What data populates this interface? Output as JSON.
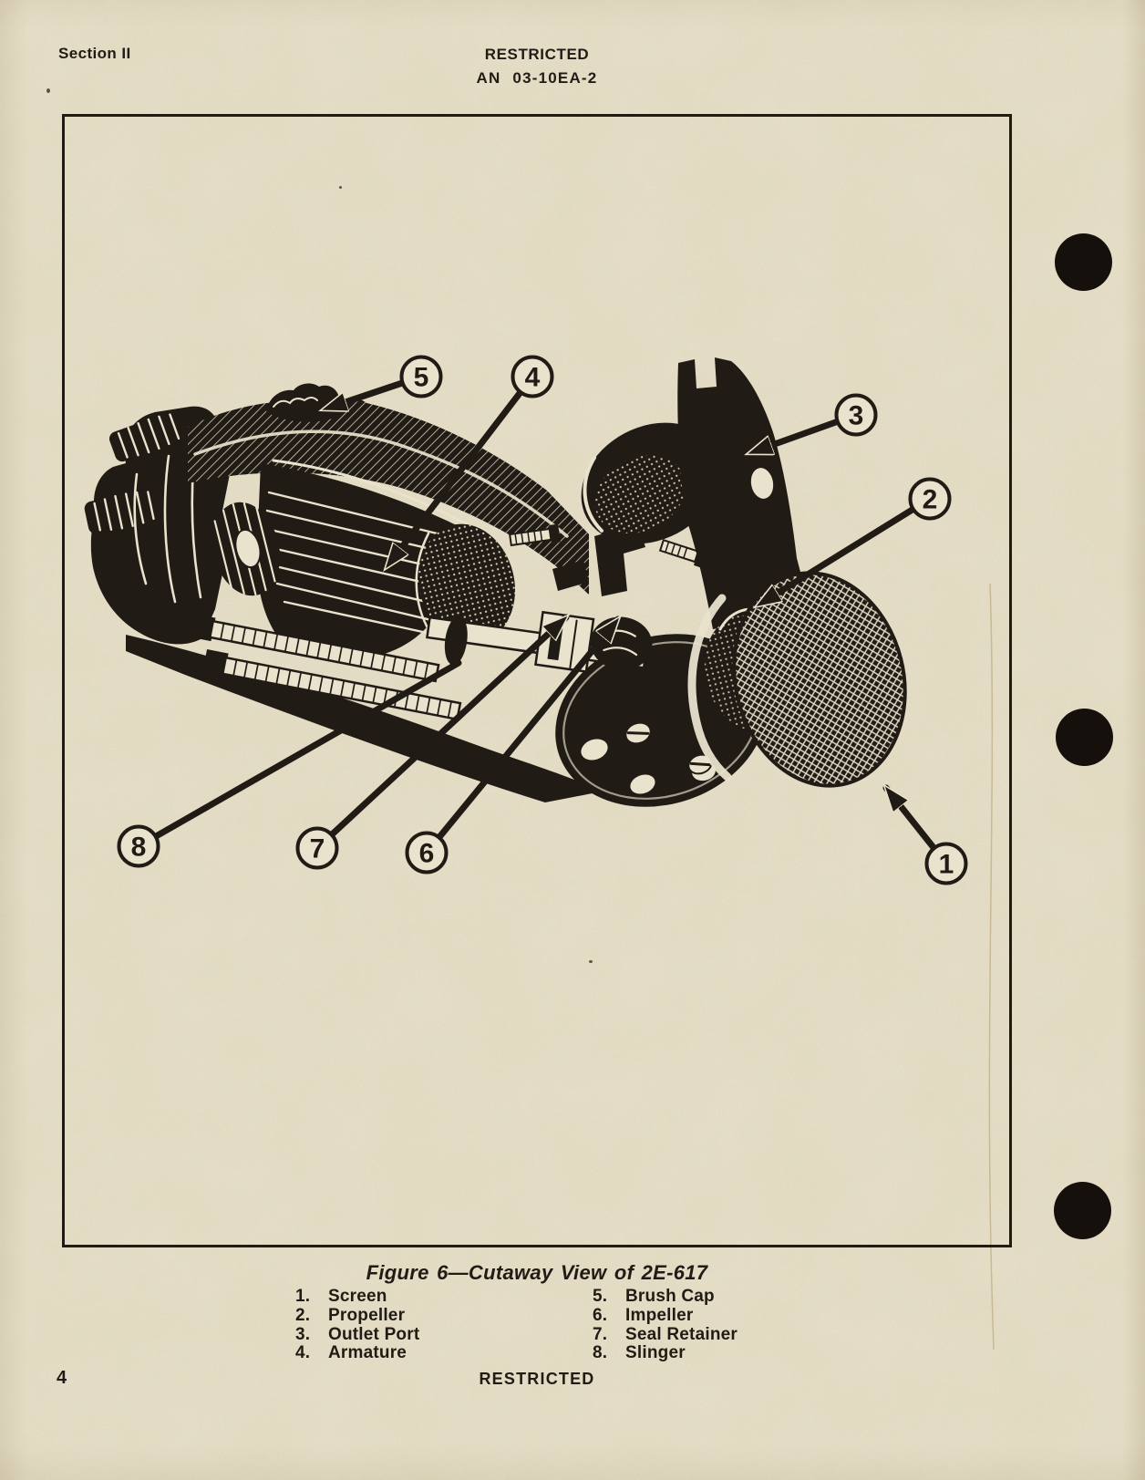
{
  "page": {
    "section_label": "Section II",
    "header_classification": "RESTRICTED",
    "doc_number": "AN 03-10EA-2",
    "page_number": "4",
    "footer_classification": "RESTRICTED"
  },
  "figure": {
    "caption": "Figure 6—Cutaway View of 2E-617",
    "callouts": [
      {
        "number": "1",
        "label": "Screen"
      },
      {
        "number": "2",
        "label": "Propeller"
      },
      {
        "number": "3",
        "label": "Outlet Port"
      },
      {
        "number": "4",
        "label": "Armature"
      },
      {
        "number": "5",
        "label": "Brush Cap"
      },
      {
        "number": "6",
        "label": "Impeller"
      },
      {
        "number": "7",
        "label": "Seal Retainer"
      },
      {
        "number": "8",
        "label": "Slinger"
      }
    ],
    "legend": {
      "column1": [
        {
          "number": "1.",
          "label": "Screen"
        },
        {
          "number": "2.",
          "label": "Propeller"
        },
        {
          "number": "3.",
          "label": "Outlet Port"
        },
        {
          "number": "4.",
          "label": "Armature"
        }
      ],
      "column2": [
        {
          "number": "5.",
          "label": "Brush Cap"
        },
        {
          "number": "6.",
          "label": "Impeller"
        },
        {
          "number": "7.",
          "label": "Seal Retainer"
        },
        {
          "number": "8.",
          "label": "Slinger"
        }
      ]
    }
  },
  "colors": {
    "paper": "#e9e2cc",
    "ink": "#211b15"
  }
}
